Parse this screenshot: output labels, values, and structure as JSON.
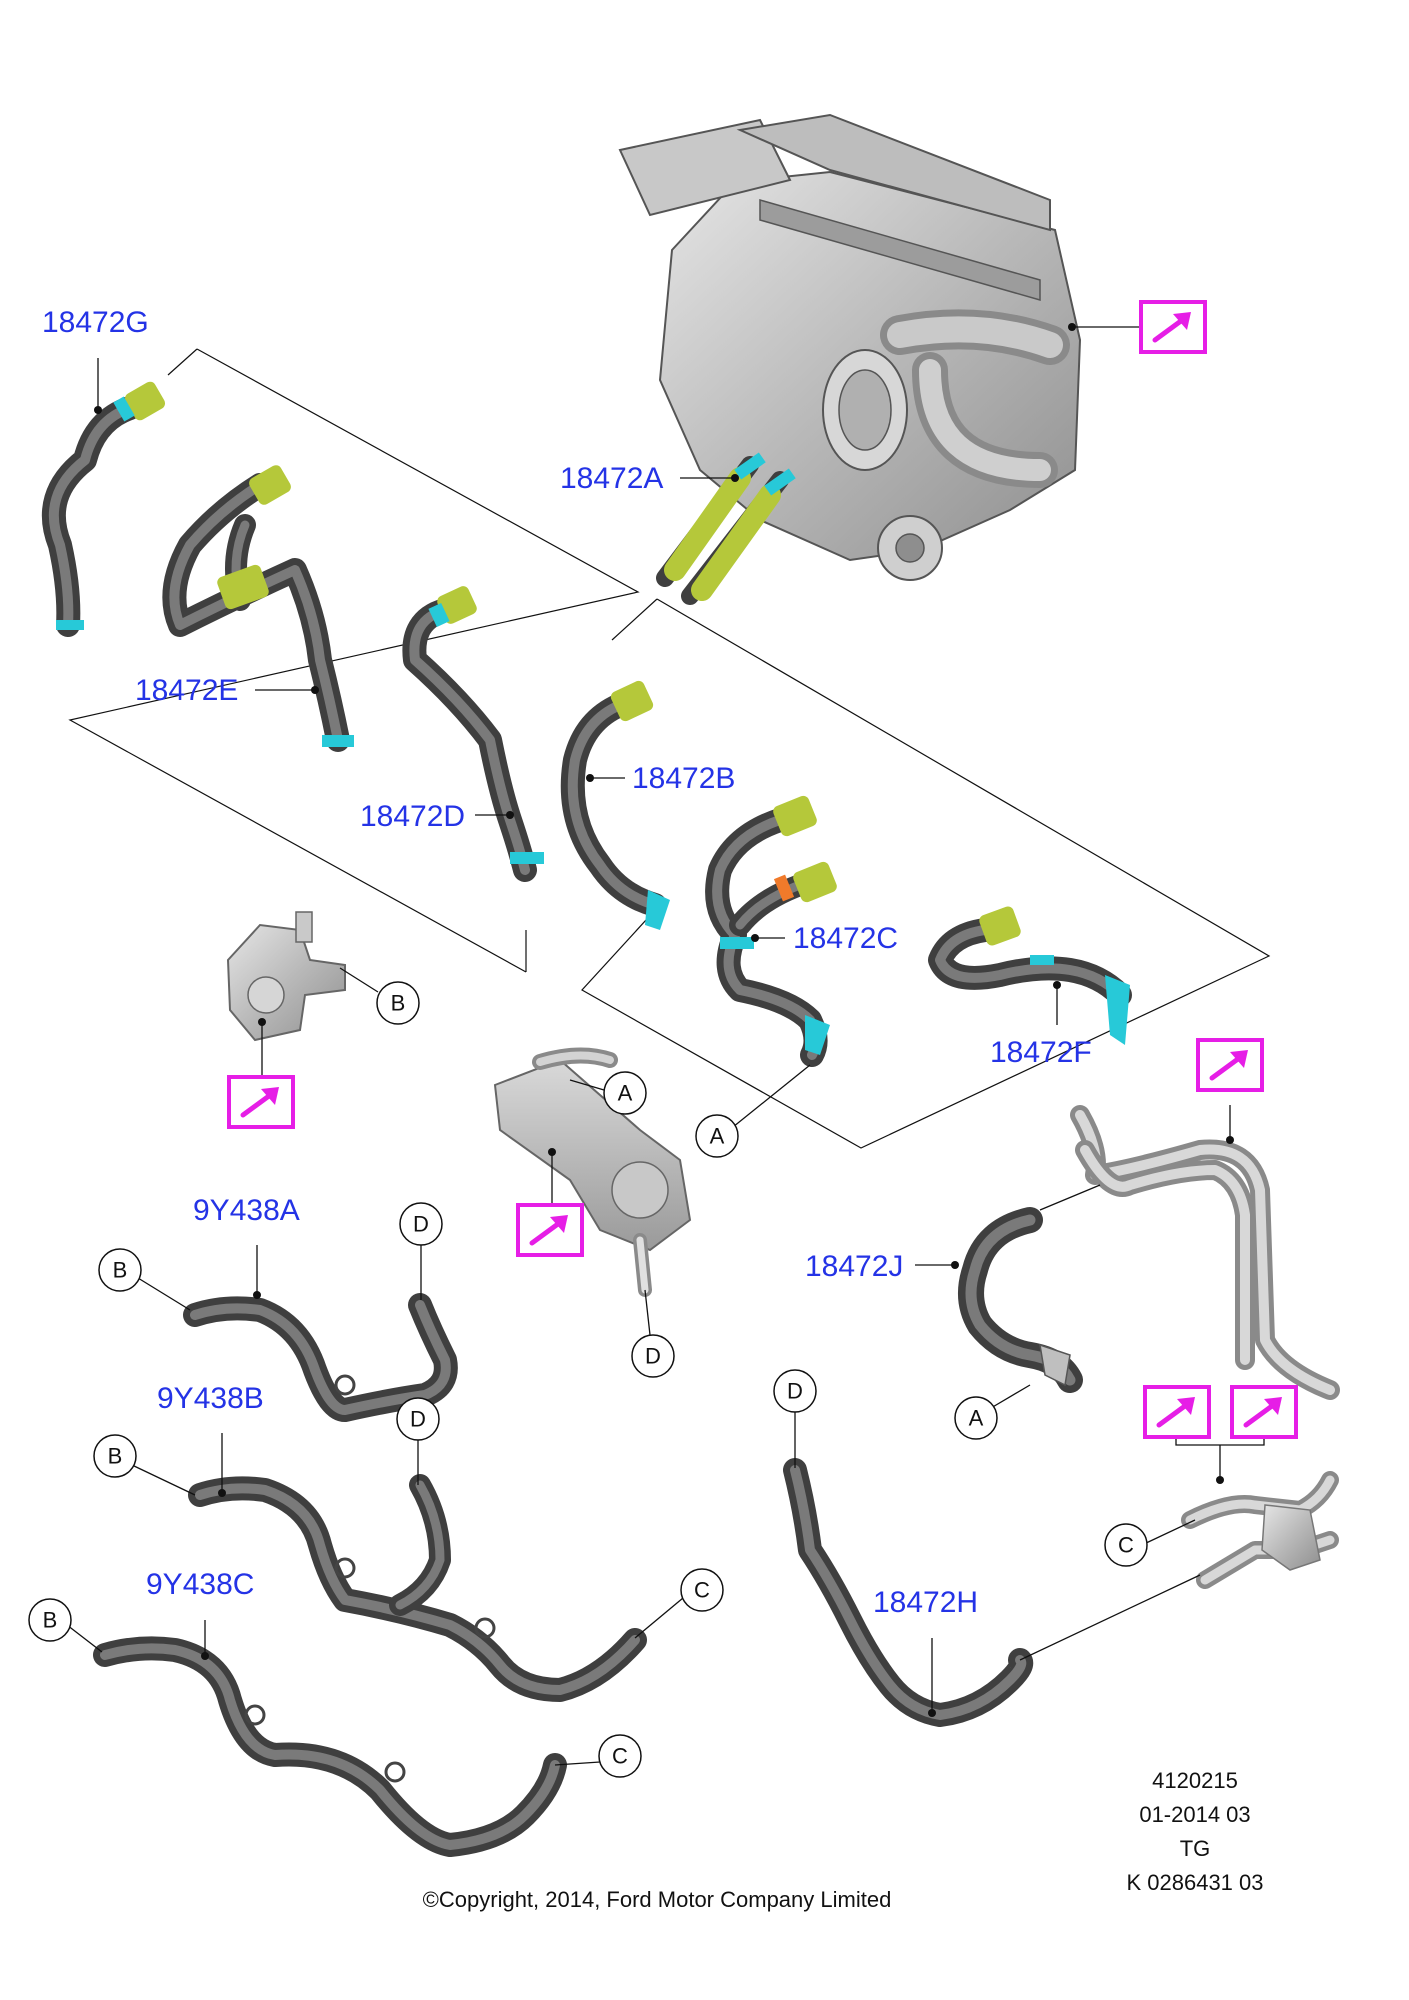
{
  "part_labels": {
    "p18472G": "18472G",
    "p18472A": "18472A",
    "p18472E": "18472E",
    "p18472B": "18472B",
    "p18472D": "18472D",
    "p18472C": "18472C",
    "p18472F": "18472F",
    "p18472J": "18472J",
    "p9Y438A": "9Y438A",
    "p9Y438B": "9Y438B",
    "p9Y438C": "9Y438C",
    "p18472H": "18472H"
  },
  "callouts": {
    "a": "A",
    "b": "B",
    "c": "C",
    "d": "D"
  },
  "icons": {
    "reference": "reference-arrow-icon"
  },
  "colors": {
    "label_blue": "#2433e6",
    "reference_magenta": "#e61ee6",
    "connector_green": "#b5c83a",
    "clip_cyan": "#27c9d8",
    "ring_orange": "#f07a2a"
  },
  "info_block": {
    "line1": "4120215",
    "line2": "01-2014 03",
    "line3": "TG",
    "line4": "K 0286431 03"
  },
  "footer": {
    "copyright": "©Copyright, 2014, Ford Motor Company Limited"
  }
}
